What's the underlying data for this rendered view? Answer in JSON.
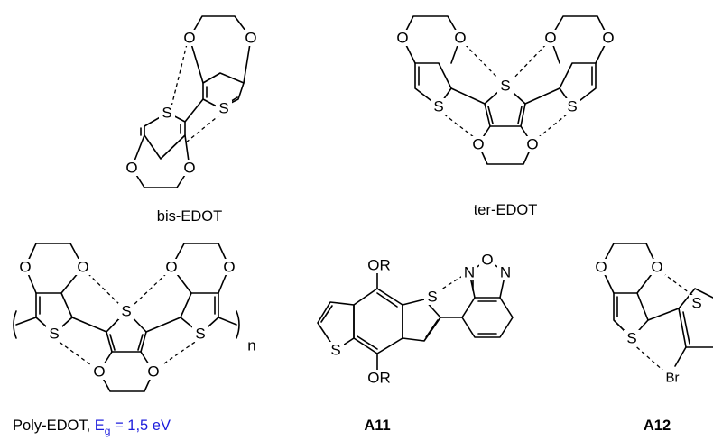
{
  "molecules": {
    "bis_edot": {
      "label": "bis-EDOT"
    },
    "ter_edot": {
      "label": "ter-EDOT"
    },
    "poly_edot": {
      "label": "Poly-EDOT, ",
      "bandgap_symbol": "E",
      "bandgap_subscript": "g",
      "bandgap_value": " = 1,5 eV",
      "repeat_index": "n"
    },
    "a11": {
      "label": "A11",
      "substituent": "OR"
    },
    "a12": {
      "label": "A12",
      "halogen": "Br"
    }
  },
  "atoms": {
    "sulfur": "S",
    "oxygen": "O",
    "nitrogen": "N"
  },
  "colors": {
    "bandgap": "#1d1ddc"
  }
}
